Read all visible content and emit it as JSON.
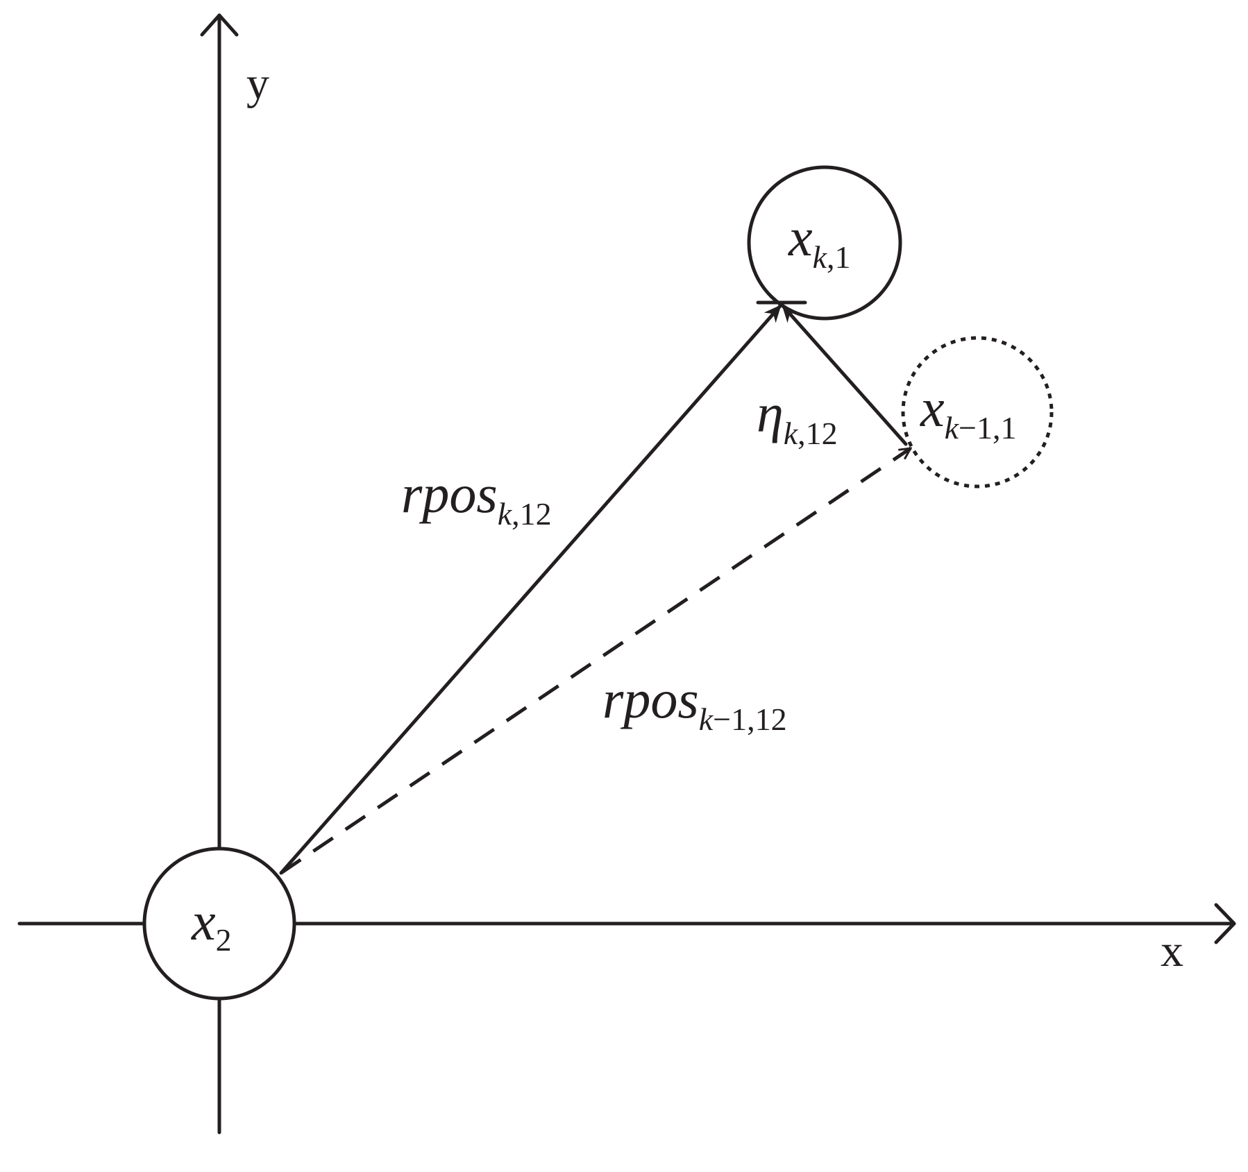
{
  "axes": {
    "x_label": "x",
    "y_label": "y"
  },
  "nodes": {
    "x2": {
      "base": "x",
      "sub": "2"
    },
    "xk1": {
      "base": "x",
      "sub_k": "k",
      "sub_rest": ",1"
    },
    "xk_1_1": {
      "base": "x",
      "sub_k": "k",
      "sub_rest": "−1,1"
    }
  },
  "vectors": {
    "rpos_k": {
      "base": "rpos",
      "sub_k": "k",
      "sub_rest": ",12"
    },
    "rpos_k_1": {
      "base": "rpos",
      "sub_k": "k",
      "sub_rest": "−1,12"
    },
    "eta": {
      "base": "η",
      "sub_k": "k",
      "sub_rest": ",12"
    }
  },
  "colors": {
    "ink": "#231f20",
    "background": "#ffffff"
  }
}
